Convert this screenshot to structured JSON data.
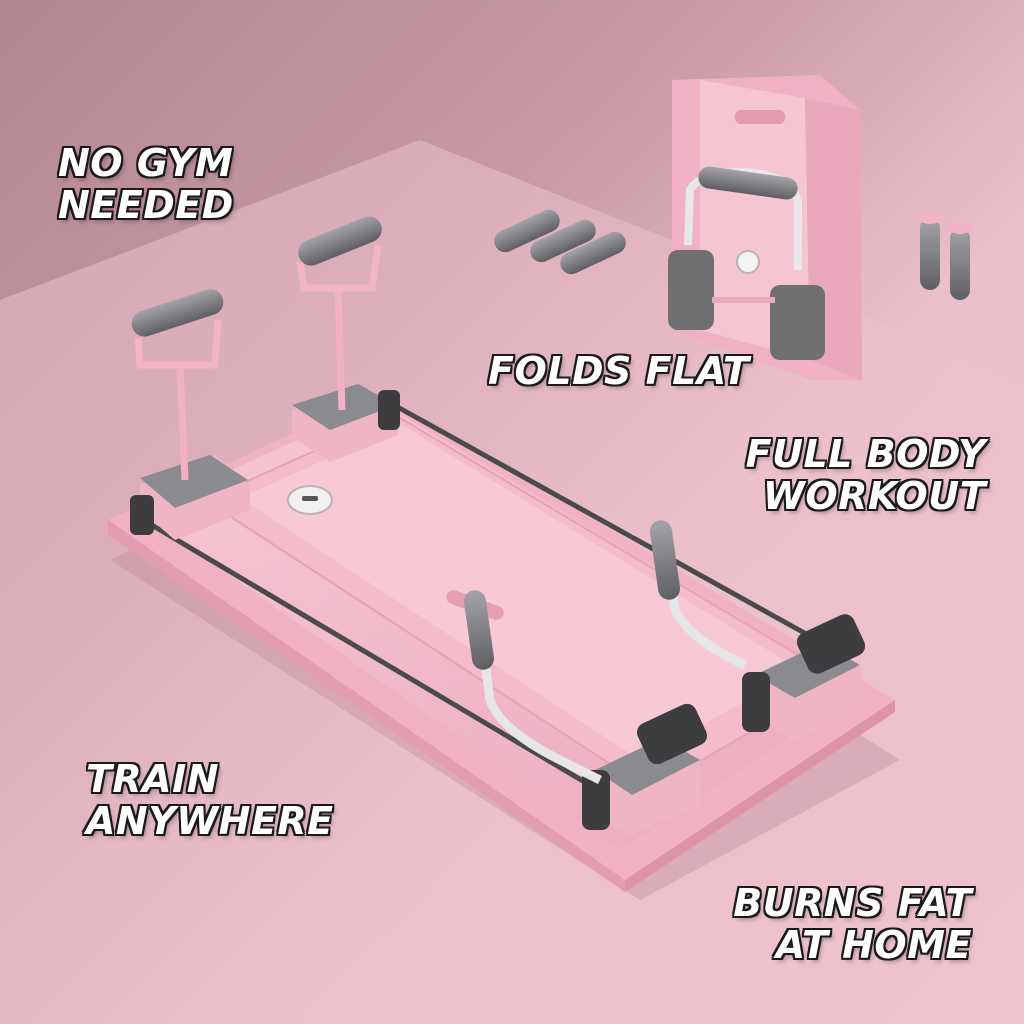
{
  "callouts": {
    "no_gym": [
      "NO GYM",
      "NEEDED"
    ],
    "folds_flat": [
      "FOLDS FLAT"
    ],
    "full_body": [
      "FULL BODY",
      "WORKOUT"
    ],
    "train_anywhere": [
      "TRAIN",
      "ANYWHERE"
    ],
    "burns_fat": [
      "BURNS FAT",
      "AT HOME"
    ]
  },
  "colors": {
    "background": "#e9bcc7",
    "board_pink": "#f2b8c8",
    "grip_gray": "#7d7d80",
    "pad_dark": "#3d3d3f",
    "text_fill": "#ffffff",
    "text_outline": "#1a1a1a"
  }
}
